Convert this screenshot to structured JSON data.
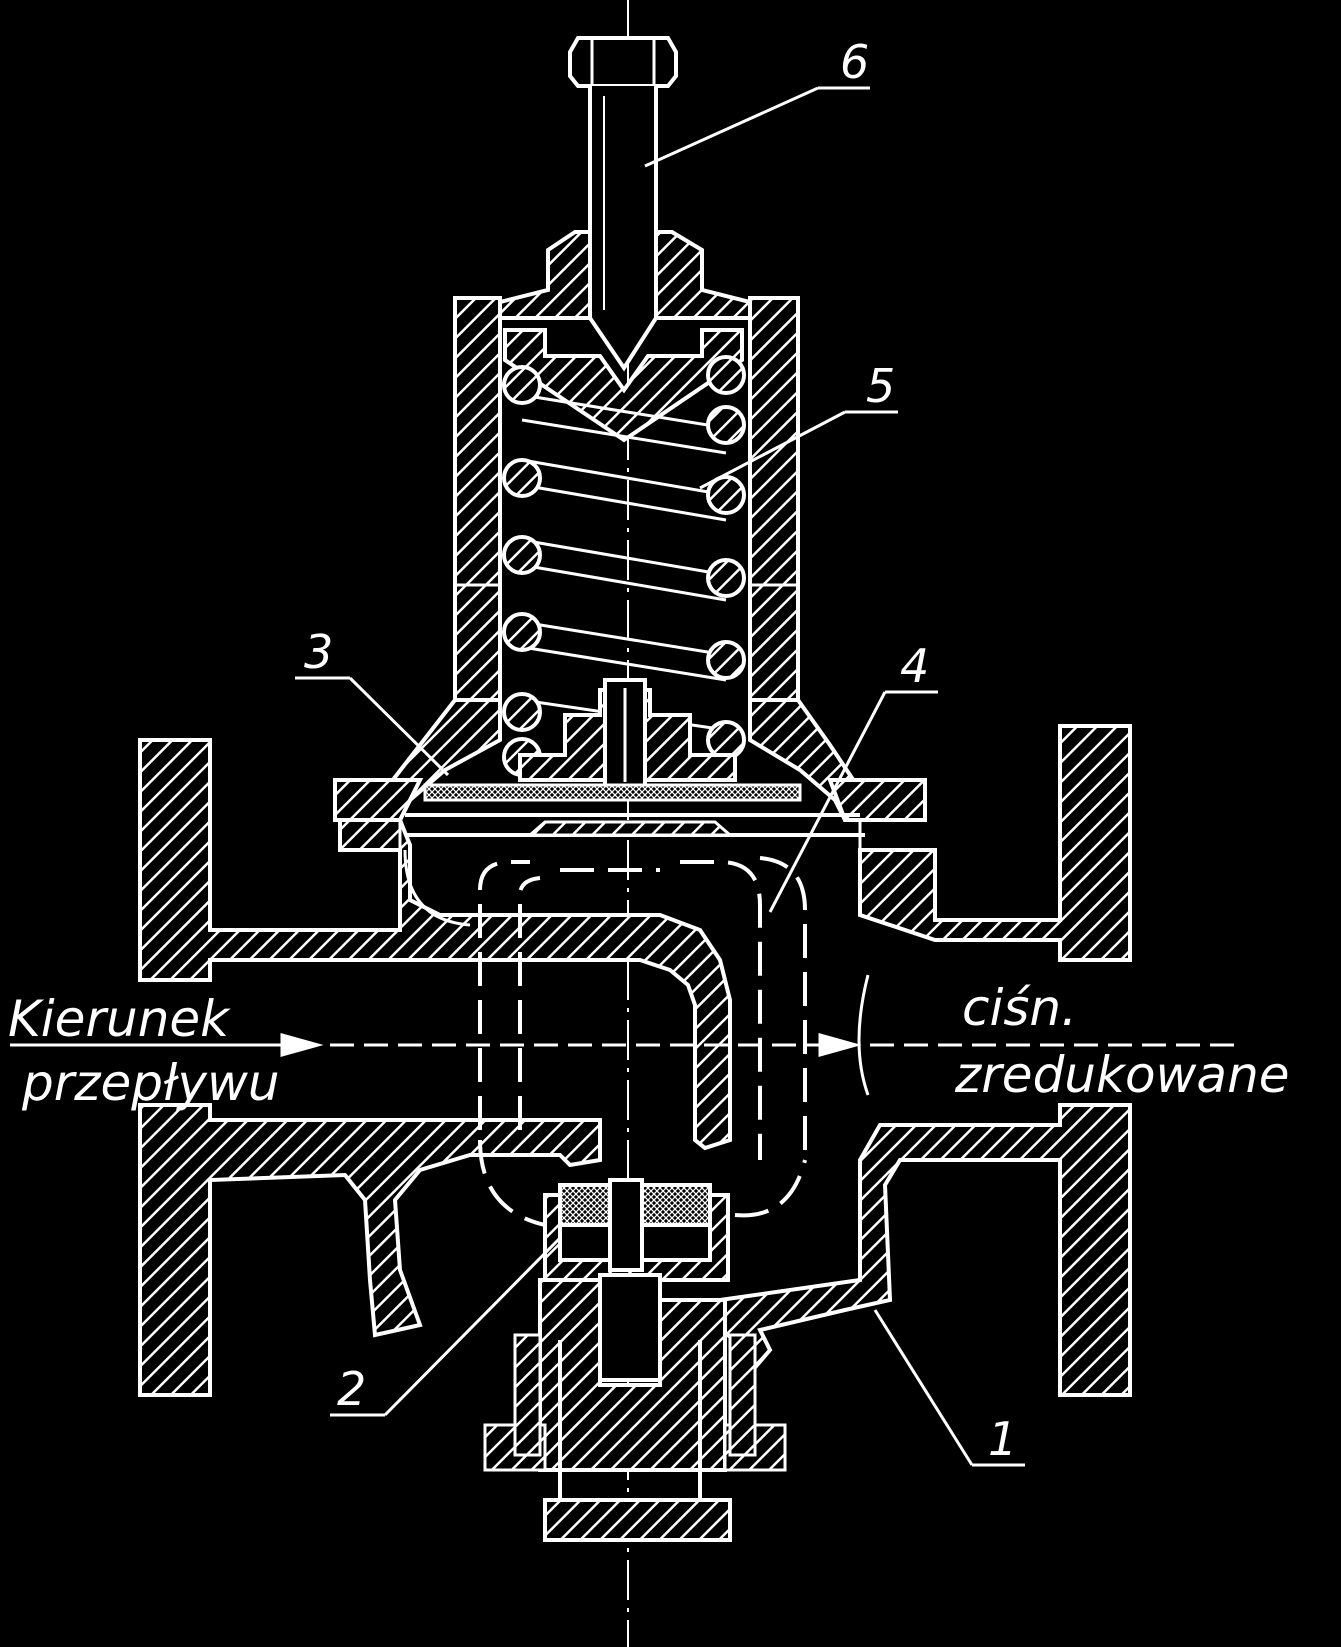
{
  "diagram": {
    "background": "#000000",
    "line_color": "#ffffff",
    "callouts": [
      {
        "id": "1",
        "label": "1"
      },
      {
        "id": "2",
        "label": "2"
      },
      {
        "id": "3",
        "label": "3"
      },
      {
        "id": "4",
        "label": "4"
      },
      {
        "id": "5",
        "label": "5"
      },
      {
        "id": "6",
        "label": "6"
      }
    ],
    "inlet_text": {
      "line1": "Kierunek",
      "line2": "przepływu"
    },
    "outlet_text": {
      "line1": "ciśn.",
      "line2": "zredukowane"
    }
  }
}
